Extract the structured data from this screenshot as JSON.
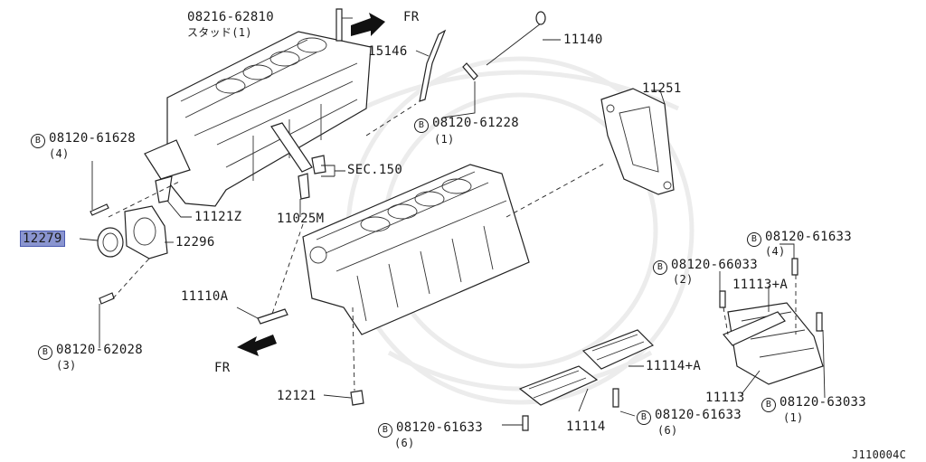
{
  "labels": {
    "stud_part": "08216-62810",
    "stud_note": "スタッド(1)",
    "fr_top": "FR",
    "fr_bottom": "FR",
    "tube": "15146",
    "gauge": "11140",
    "bolt_61228": "08120-61228",
    "bolt_61228_qty": "(1)",
    "cover": "11251",
    "bolt_61628": "08120-61628",
    "bolt_61628_qty": "(4)",
    "sec": "SEC.150",
    "seal_11121": "11121Z",
    "part_11025": "11025M",
    "oil_seal": "12279",
    "retainer": "12296",
    "bolt_61633_r": "08120-61633",
    "bolt_61633_r_qty": "(4)",
    "bolt_66033": "08120-66033",
    "bolt_66033_qty": "(2)",
    "beam_a": "11113+A",
    "stud_11110": "11110A",
    "bolt_62028": "08120-62028",
    "bolt_62028_qty": "(3)",
    "cap_a": "11114+A",
    "beam": "11113",
    "bolt_63033": "08120-63033",
    "bolt_63033_qty": "(1)",
    "plug": "12121",
    "bolt_61633_m": "08120-61633",
    "bolt_61633_m_qty": "(6)",
    "cap": "11114",
    "bolt_61633_b": "08120-61633",
    "bolt_61633_b_qty": "(6)",
    "fig_code": "J110004C",
    "bolt_symbol": "B"
  }
}
